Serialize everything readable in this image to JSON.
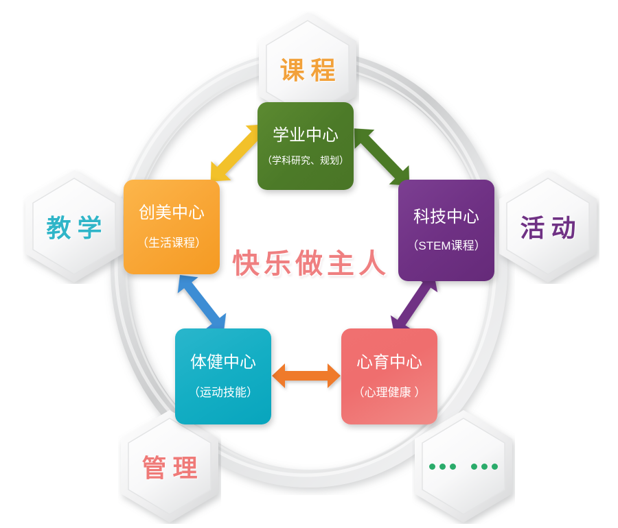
{
  "diagram": {
    "title": "快乐做主人",
    "slogan_color": "#ef7f80",
    "ring_color": "#d9dadb"
  },
  "hexagons": [
    {
      "id": "curriculum",
      "label": "课程",
      "color": "#f2a13a",
      "position": "top"
    },
    {
      "id": "teaching",
      "label": "教学",
      "color": "#2fb5c8",
      "position": "left"
    },
    {
      "id": "activity",
      "label": "活动",
      "color": "#6f3184",
      "position": "right"
    },
    {
      "id": "management",
      "label": "管理",
      "color": "#ef7a78",
      "position": "bottom-left"
    },
    {
      "id": "dots",
      "label": "",
      "color": "#2aab6a",
      "position": "bottom-right",
      "dots": 6,
      "dot_groups": [
        3,
        3
      ]
    }
  ],
  "nodes": [
    {
      "id": "academic",
      "title": "学业中心",
      "sub": "（学科研究、规划）",
      "color": "#4f7d29"
    },
    {
      "id": "art",
      "title": "创美中心",
      "sub": "（生活课程）",
      "color": "#f9a839"
    },
    {
      "id": "tech",
      "title": "科技中心",
      "sub": "（STEM课程）",
      "color": "#6f3184"
    },
    {
      "id": "sport",
      "title": "体健中心",
      "sub": "（运动技能）",
      "color": "#14aec4"
    },
    {
      "id": "psych",
      "title": "心育中心",
      "sub": "（心理健康 ）",
      "color": "#ef6e6e"
    }
  ],
  "arrows": [
    {
      "id": "art-academic",
      "color": "#f2c12a",
      "direction": "double",
      "from": "art",
      "to": "academic"
    },
    {
      "id": "academic-tech",
      "color": "#4b7a28",
      "direction": "double",
      "from": "academic",
      "to": "tech"
    },
    {
      "id": "art-sport",
      "color": "#3d8dd4",
      "direction": "double",
      "from": "art",
      "to": "sport"
    },
    {
      "id": "tech-psych",
      "color": "#6f3184",
      "direction": "double",
      "from": "tech",
      "to": "psych"
    },
    {
      "id": "sport-psych",
      "color": "#ef7a2a",
      "direction": "double",
      "from": "sport",
      "to": "psych"
    }
  ]
}
